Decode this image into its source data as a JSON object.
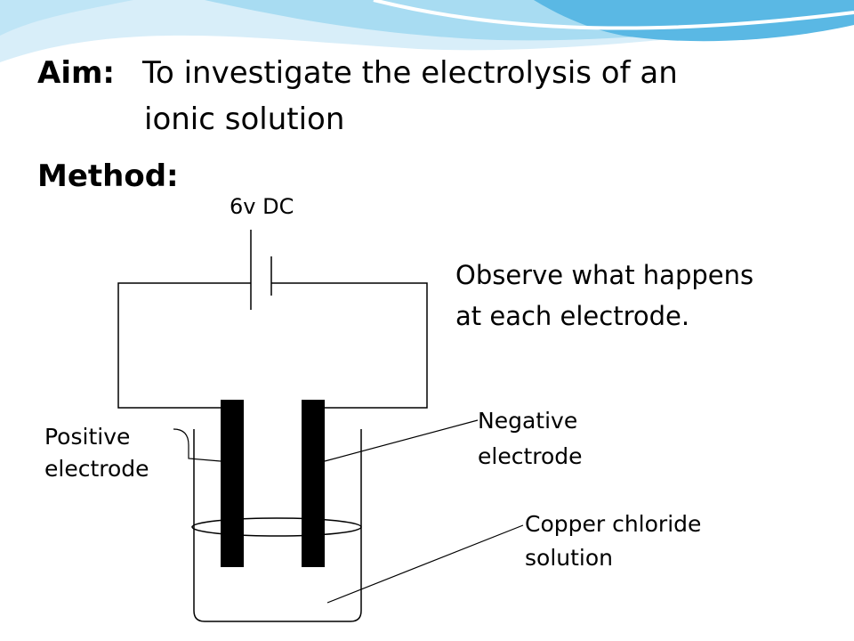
{
  "aim": {
    "label": "Aim:",
    "text_line1": "To investigate the electrolysis of an",
    "text_line2": "ionic solution"
  },
  "method": {
    "label": "Method:"
  },
  "diagram": {
    "power_supply_label": "6v DC",
    "positive_electrode_line1": "Positive",
    "positive_electrode_line2": "electrode",
    "negative_electrode_line1": "Negative",
    "negative_electrode_line2": "electrode",
    "solution_line1": "Copper chloride",
    "solution_line2": "solution"
  },
  "instruction": {
    "line1": "Observe what happens",
    "line2": "at each electrode."
  },
  "colors": {
    "background": "#ffffff",
    "wave_light": "#cfe9f7",
    "wave_mid": "#8fd0ee",
    "wave_dark": "#4fb3e2",
    "ink": "#000000"
  }
}
